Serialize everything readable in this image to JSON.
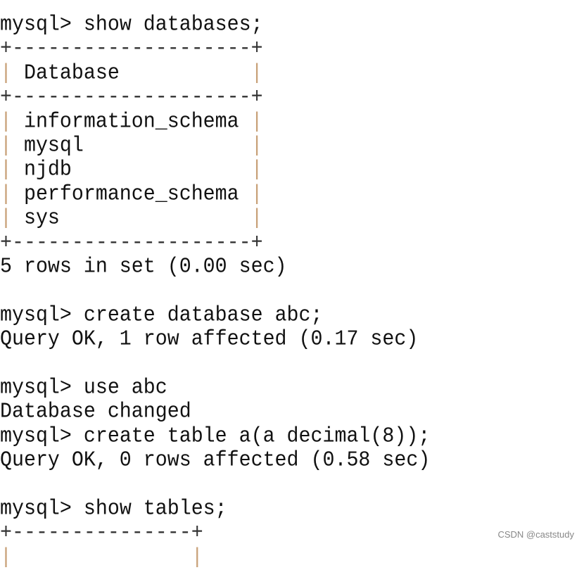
{
  "terminal": {
    "prompt": "mysql> ",
    "cmd1": "show databases;",
    "border_long": "+--------------------+",
    "pipe": "|",
    "header": " Database           ",
    "rows": [
      " information_schema ",
      " mysql              ",
      " njdb               ",
      " performance_schema ",
      " sys                "
    ],
    "result1": "5 rows in set (0.00 sec)",
    "cmd2": "create database abc;",
    "result2": "Query OK, 1 row affected (0.17 sec)",
    "cmd3": "use abc",
    "result3": "Database changed",
    "cmd4": "create table a(a decimal(8));",
    "result4": "Query OK, 0 rows affected (0.58 sec)",
    "cmd5": "show tables;",
    "border_short": "+---------------+",
    "partial_row": "|               |"
  },
  "watermark": "CSDN @caststudy",
  "colors": {
    "text": "#111111",
    "pipe": "#c9a27a",
    "background": "#ffffff"
  }
}
